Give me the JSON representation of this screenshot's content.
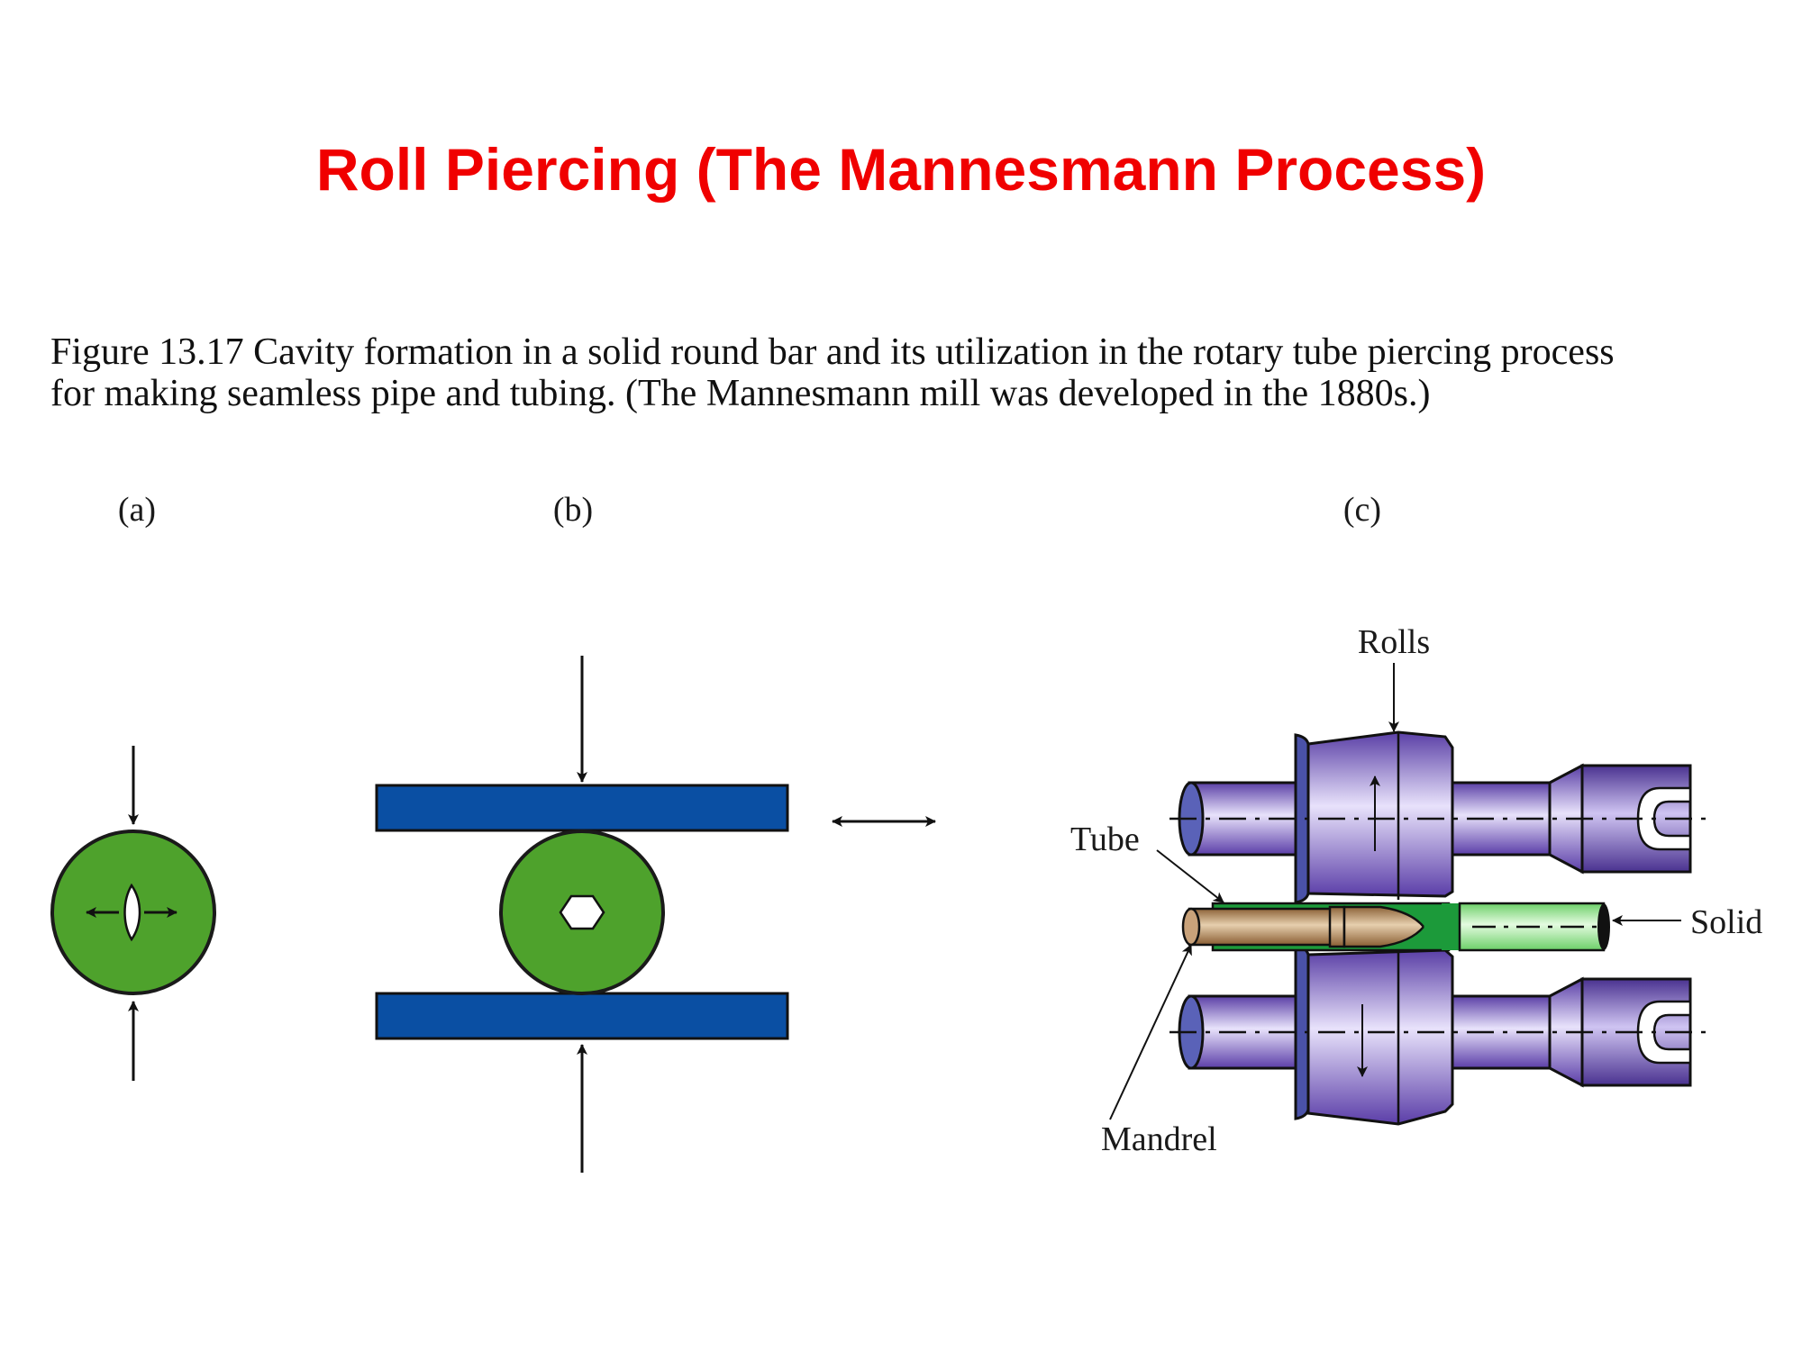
{
  "title": "Roll Piercing (The Mannesmann Process)",
  "caption": {
    "line1": "Figure 13.17  Cavity formation in a solid round bar and its utilization in the rotary tube piercing process",
    "line2": "for making seamless pipe and tubing.  (The Mannesmann mill was developed in the 1880s.)"
  },
  "panels": {
    "a": "(a)",
    "b": "(b)",
    "c": "(c)"
  },
  "labels": {
    "rolls": "Rolls",
    "tube": "Tube",
    "solid": "Solid",
    "mandrel": "Mandrel"
  },
  "colors": {
    "title": "#f00000",
    "bar": "#4ea22c",
    "plate": "#0a4fa3",
    "roll": "#7b5fc0",
    "mandrel": "#b08355",
    "tube": "#1c9a3a",
    "solid_bar": "#9fe29a"
  }
}
